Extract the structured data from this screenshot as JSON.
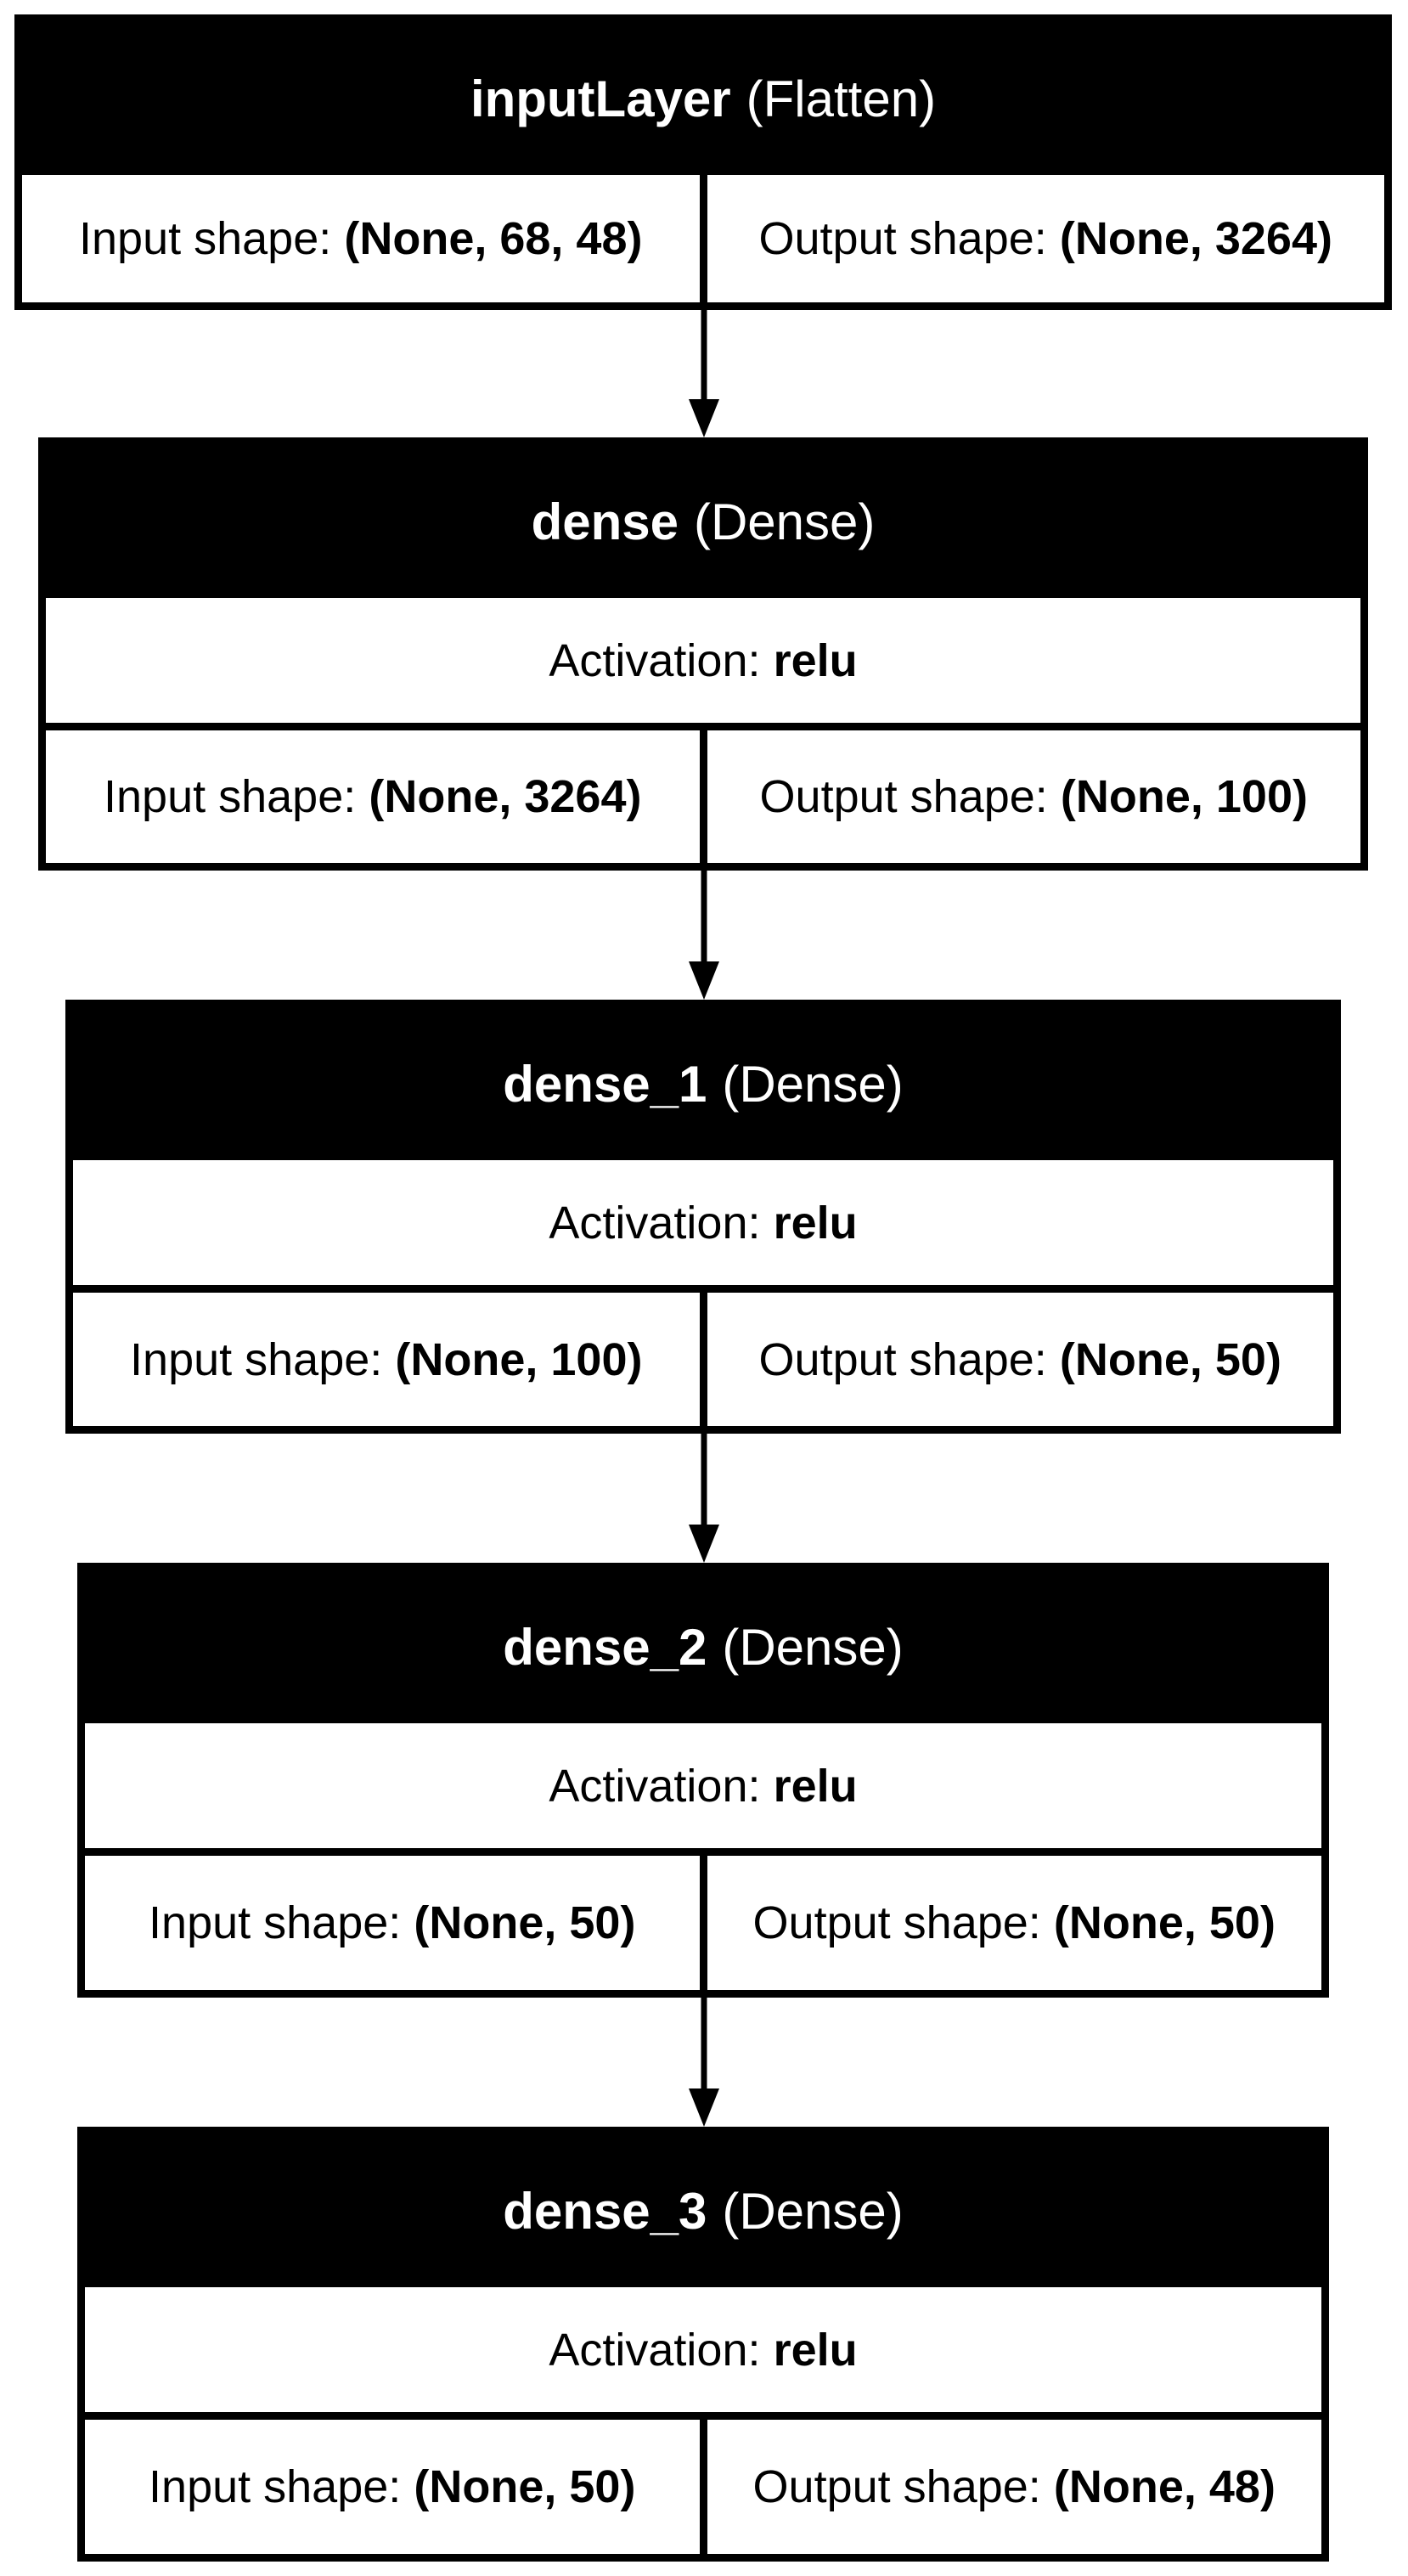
{
  "layers": [
    {
      "name": "inputLayer",
      "type": "(Flatten)",
      "input_label": "Input shape:",
      "input_shape": "(None, 68, 48)",
      "output_label": "Output shape:",
      "output_shape": "(None, 3264)"
    },
    {
      "name": "dense",
      "type": "(Dense)",
      "activation_label": "Activation:",
      "activation": "relu",
      "input_label": "Input shape:",
      "input_shape": "(None, 3264)",
      "output_label": "Output shape:",
      "output_shape": "(None, 100)"
    },
    {
      "name": "dense_1",
      "type": "(Dense)",
      "activation_label": "Activation:",
      "activation": "relu",
      "input_label": "Input shape:",
      "input_shape": "(None, 100)",
      "output_label": "Output shape:",
      "output_shape": "(None, 50)"
    },
    {
      "name": "dense_2",
      "type": "(Dense)",
      "activation_label": "Activation:",
      "activation": "relu",
      "input_label": "Input shape:",
      "input_shape": "(None, 50)",
      "output_label": "Output shape:",
      "output_shape": "(None, 50)"
    },
    {
      "name": "dense_3",
      "type": "(Dense)",
      "activation_label": "Activation:",
      "activation": "relu",
      "input_label": "Input shape:",
      "input_shape": "(None, 50)",
      "output_label": "Output shape:",
      "output_shape": "(None, 48)"
    }
  ],
  "colors": {
    "header_background": "#000000",
    "header_text": "#ffffff",
    "border": "#000000",
    "background": "#ffffff"
  }
}
